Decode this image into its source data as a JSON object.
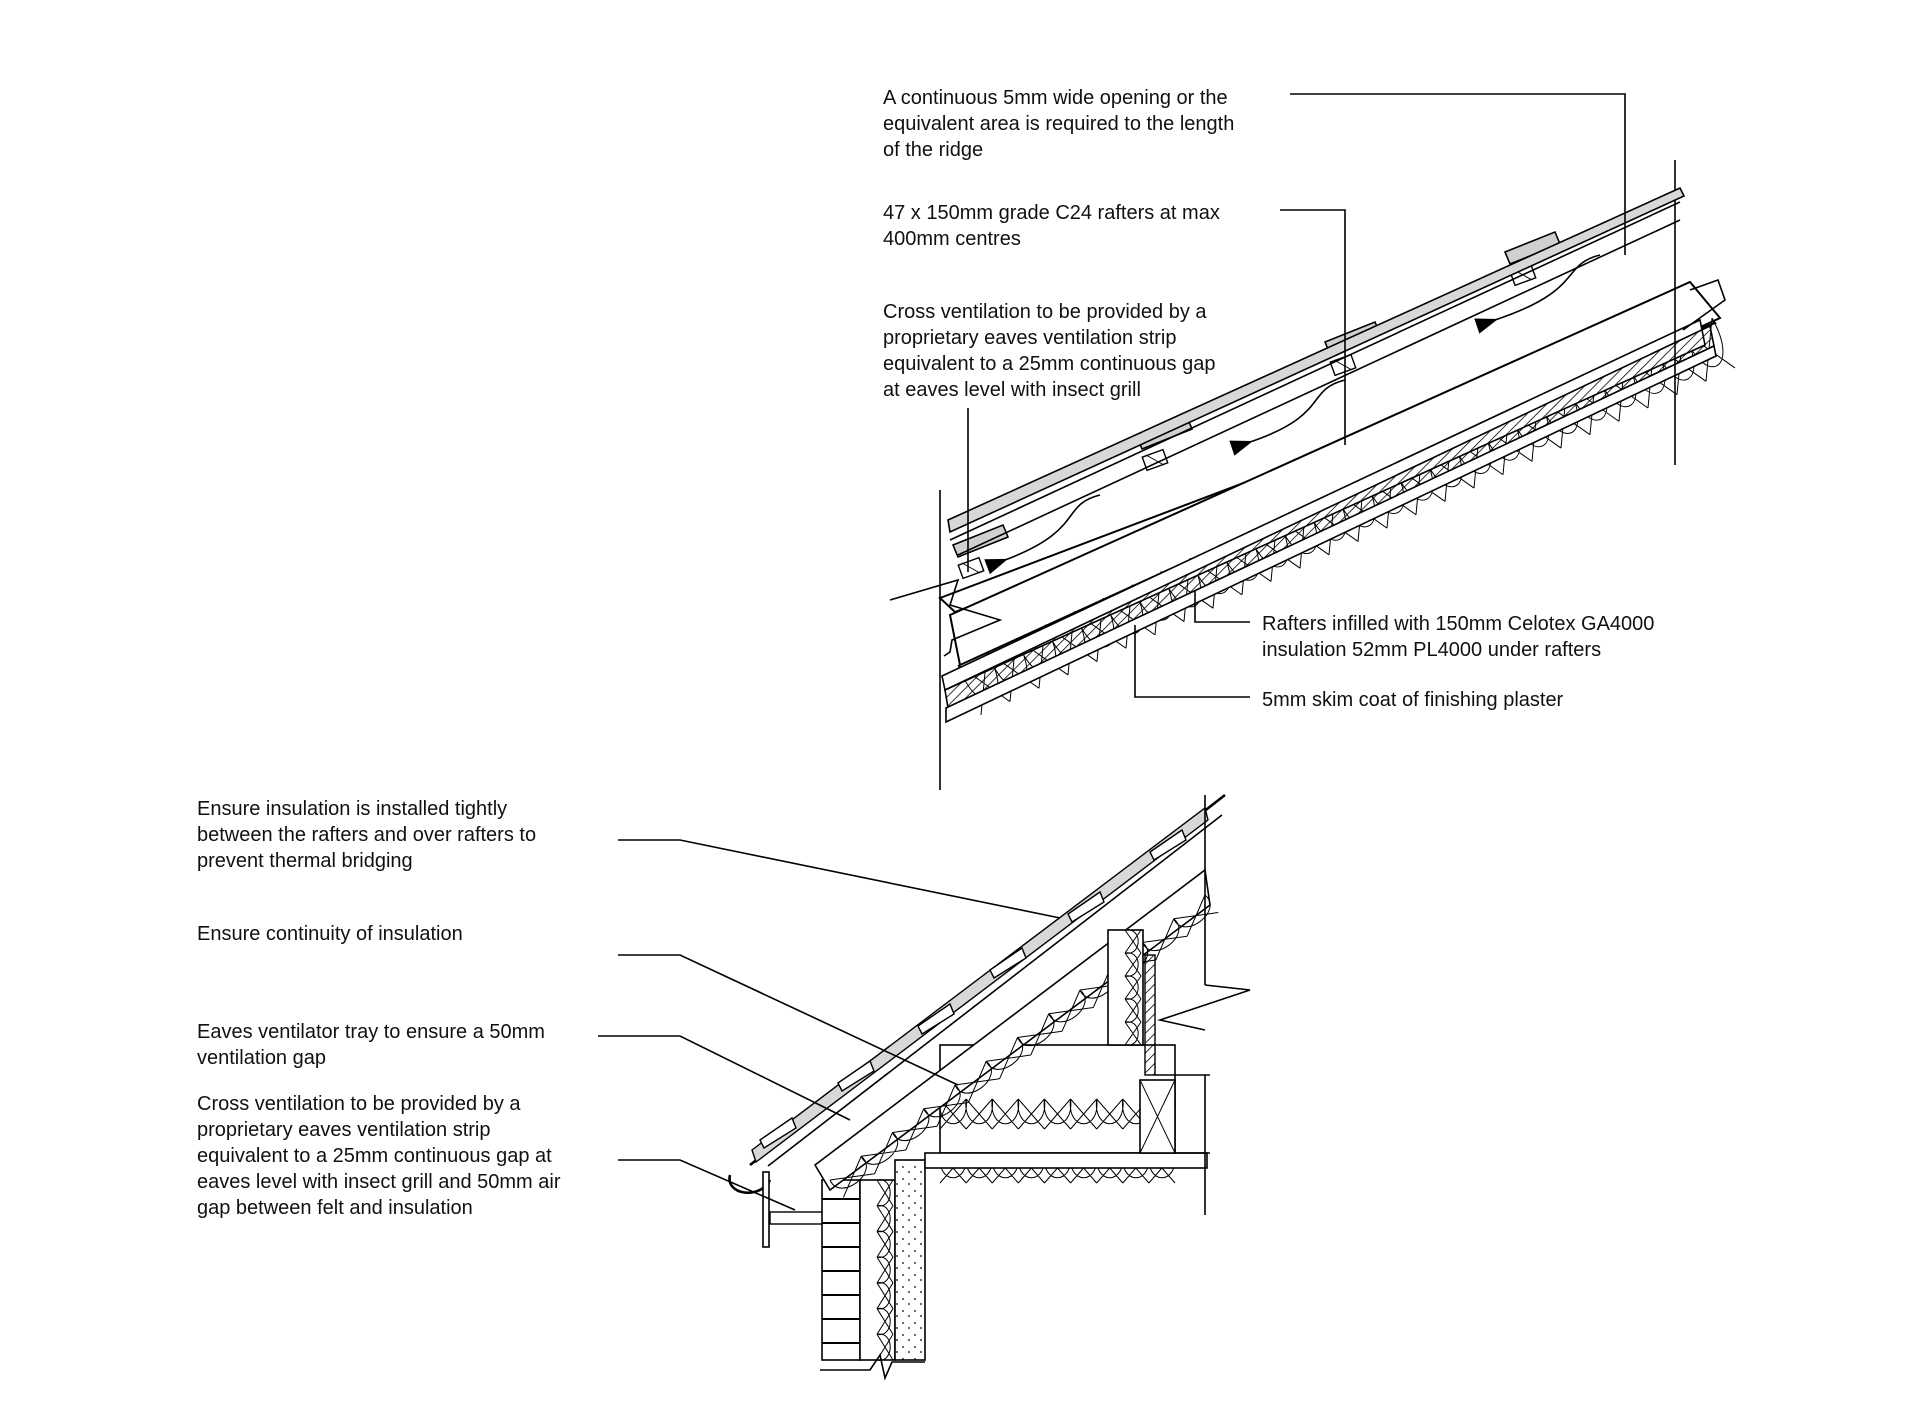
{
  "upper_detail": {
    "notes": [
      [
        "A continuous 5mm wide opening or the",
        "equivalent area is required to the length",
        "of the ridge"
      ],
      [
        "47 x 150mm grade C24 rafters at max",
        "400mm centres"
      ],
      [
        "Cross ventilation to be provided by a",
        "proprietary eaves ventilation strip",
        "equivalent to a 25mm continuous gap",
        "at eaves level with insect grill"
      ],
      [
        "Rafters infilled with 150mm Celotex GA4000",
        "insulation 52mm PL4000 under rafters"
      ],
      [
        "5mm skim coat of finishing plaster"
      ]
    ]
  },
  "lower_detail": {
    "notes": [
      [
        "Ensure insulation is installed tightly",
        "between the rafters and over rafters to",
        "prevent thermal bridging"
      ],
      [
        "Ensure continuity of insulation"
      ],
      [
        "Eaves ventilator tray to ensure a 50mm",
        "ventilation gap"
      ],
      [
        "Cross ventilation to be provided by a",
        "proprietary eaves ventilation strip",
        "equivalent to a 25mm continuous gap at",
        "eaves level with insect grill and 50mm air",
        "gap between felt and insulation"
      ]
    ]
  },
  "colors": {
    "line": "#000000",
    "tile": "#d8d8d8",
    "hatch": "#000000",
    "background": "#ffffff"
  }
}
